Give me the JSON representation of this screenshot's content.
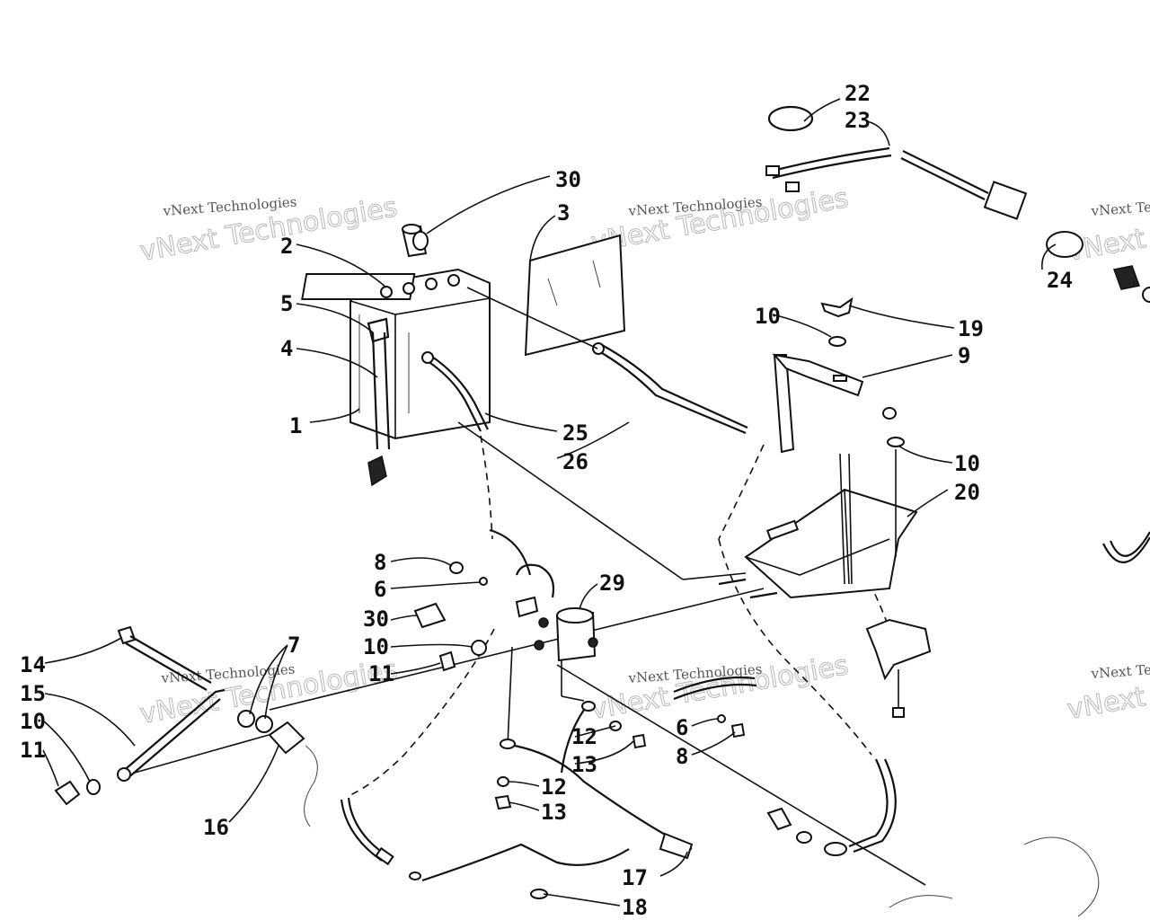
{
  "watermark": {
    "large": "vNext Technologies",
    "small": "vNext Technologies"
  },
  "callouts": [
    "1",
    "2",
    "3",
    "4",
    "5",
    "6",
    "6",
    "7",
    "8",
    "8",
    "9",
    "10",
    "10",
    "10",
    "10",
    "11",
    "11",
    "12",
    "12",
    "13",
    "13",
    "14",
    "15",
    "16",
    "17",
    "18",
    "19",
    "20",
    "22",
    "23",
    "24",
    "25",
    "26",
    "29",
    "30",
    "30"
  ]
}
